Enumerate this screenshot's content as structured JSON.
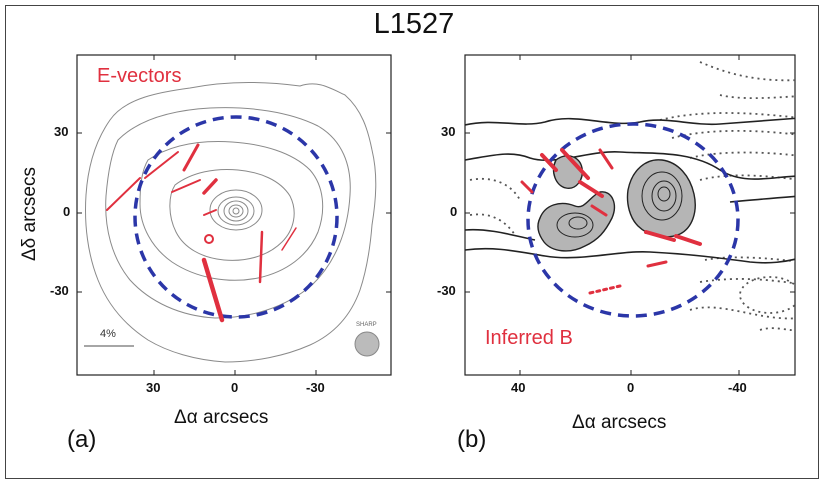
{
  "figure": {
    "title": "L1527",
    "colors": {
      "vector": "#e0303f",
      "ellipse": "#2b36a8",
      "contour": "#777777",
      "frame": "#444444"
    }
  },
  "panel_a": {
    "label": "(a)",
    "annotation": "E-vectors",
    "xlabel": "Δα arcsecs",
    "ylabel": "Δδ arcsecs",
    "xticks": [
      "30",
      "0",
      "-30"
    ],
    "yticks": [
      "30",
      "0",
      "-30"
    ],
    "scale_label": "4%",
    "beam_label": "SHARP"
  },
  "panel_b": {
    "label": "(b)",
    "annotation": "Inferred B",
    "xlabel": "Δα arcsecs",
    "xticks": [
      "40",
      "0",
      "-40"
    ],
    "yticks": [
      "30",
      "0",
      "-30"
    ]
  }
}
